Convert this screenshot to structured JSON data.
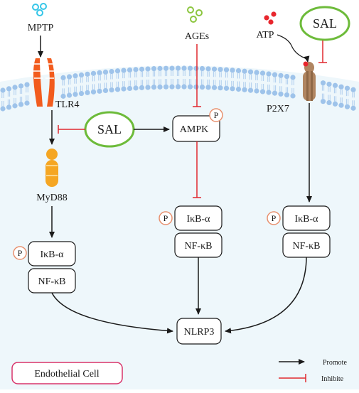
{
  "diagram": {
    "labels": {
      "mptp": "MPTP",
      "ages": "AGEs",
      "atp": "ATP",
      "tlr4": "TLR4",
      "p2x7": "P2X7",
      "myd88": "MyD88"
    },
    "sal_label": "SAL",
    "phospho_label": "P",
    "boxes": {
      "ampk": "AMPK",
      "ikb": "IκB-α",
      "nfkb": "NF-κB",
      "nlrp3": "NLRP3"
    },
    "cell_label": "Endothelial Cell",
    "legend": {
      "promote": "Promote",
      "inhibite": "Inhibite"
    },
    "colors": {
      "membrane": "#9ec3ea",
      "cytoplasm": "#eef7fb",
      "tlr4": "#f25c1e",
      "p2x7": "#b08561",
      "myd88": "#f5a623",
      "sal_ring": "#6dbb3a",
      "inhibit": "#e0282e",
      "phospho_ring": "#e8906e",
      "cell_box": "#d8336a",
      "mptp_dots": "#36c6e8",
      "ages_dots": "#8cc63f",
      "atp_dots": "#e8262d"
    }
  }
}
